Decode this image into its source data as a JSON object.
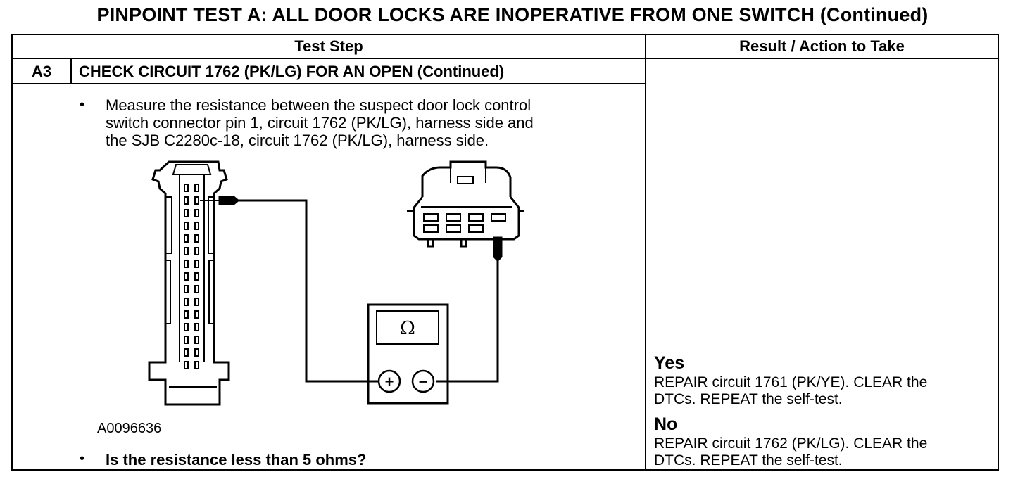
{
  "title": "PINPOINT TEST  A: ALL DOOR LOCKS ARE INOPERATIVE FROM ONE SWITCH (Continued)",
  "table": {
    "col_test_step": "Test Step",
    "col_result": "Result / Action to Take"
  },
  "step": {
    "id": "A3",
    "title": "CHECK CIRCUIT 1762 (PK/LG) FOR AN OPEN (Continued)",
    "bullet_symbol": "•",
    "instruction_line1": "Measure the resistance between the suspect door lock control",
    "instruction_line2": "switch connector pin 1, circuit 1762 (PK/LG), harness side and",
    "instruction_line3": "the SJB C2280c-18, circuit 1762 (PK/LG), harness side.",
    "figure_id": "A0096636",
    "question": "Is the resistance less than 5 ohms?"
  },
  "diagram": {
    "meter_symbol": "Ω",
    "plus": "+",
    "minus": "−"
  },
  "results": {
    "yes_label": "Yes",
    "yes_text_line1": "REPAIR circuit 1761 (PK/YE). CLEAR the",
    "yes_text_line2": "DTCs. REPEAT the self-test.",
    "no_label": "No",
    "no_text_line1": "REPAIR circuit 1762 (PK/LG). CLEAR the",
    "no_text_line2": "DTCs. REPEAT the self-test."
  }
}
